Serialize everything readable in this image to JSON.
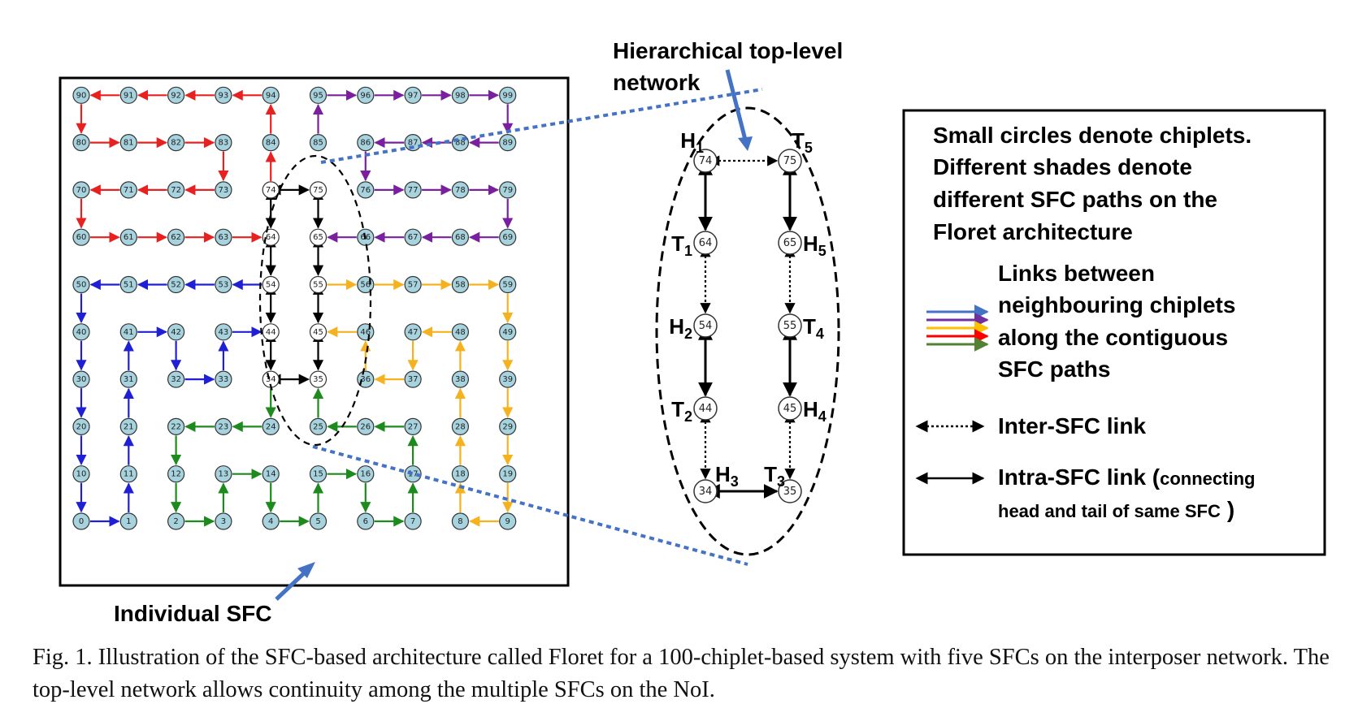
{
  "labels": {
    "top_network": [
      "Hierarchical top-level",
      "network"
    ],
    "individual_sfc": "Individual SFC"
  },
  "legend": {
    "description": [
      "Small circles denote chiplets.",
      "Different shades denote",
      "different SFC paths on the",
      "Floret architecture"
    ],
    "links_text": [
      "Links between",
      "neighbouring chiplets",
      "along the contiguous",
      "SFC paths"
    ],
    "inter_sfc": "Inter-SFC link",
    "intra_sfc_main": "Intra-SFC link (",
    "intra_sfc_small": "connecting",
    "intra_sfc_line2": "head and tail of same SFC",
    "intra_sfc_close": ")"
  },
  "colors": {
    "blue": "#1f1fd6",
    "purple": "#7a1f9e",
    "orange": "#f5b21e",
    "red": "#e8201f",
    "green": "#1c8a1c",
    "node_fill": "#a7d3de",
    "pointer": "#4472c4",
    "legend_blue": "#4472c4",
    "legend_purple": "#7030a0",
    "legend_orange": "#ffc000",
    "legend_red": "#ff0000",
    "legend_green": "#548235"
  },
  "grid": {
    "sfcs": [
      {
        "color": "blue",
        "path": [
          0,
          1,
          11,
          21,
          31,
          41,
          42,
          32,
          33,
          43,
          44
        ]
      },
      {
        "color": "blue",
        "path": [
          54,
          53,
          52,
          51,
          50,
          40,
          30,
          20,
          10,
          0
        ]
      },
      {
        "color": "red",
        "path": [
          94,
          93,
          92,
          91,
          90,
          80,
          81,
          82,
          83,
          73,
          72,
          71,
          70,
          60,
          61,
          62,
          63,
          64
        ]
      },
      {
        "color": "red",
        "path": [
          74,
          84,
          94
        ]
      },
      {
        "color": "purple",
        "path": [
          95,
          96,
          97,
          98,
          99,
          89,
          88,
          87,
          86,
          76,
          77,
          78,
          79,
          69,
          68,
          67,
          66,
          65
        ]
      },
      {
        "color": "purple",
        "path": [
          85,
          95
        ]
      },
      {
        "color": "orange",
        "path": [
          55,
          56,
          57,
          58,
          59,
          49,
          39,
          29,
          19,
          9,
          8,
          18,
          28,
          38,
          48,
          47,
          37,
          36,
          46,
          45
        ]
      },
      {
        "color": "green",
        "path": [
          24,
          23,
          22,
          12,
          2,
          3,
          13,
          14,
          4,
          5,
          15,
          16,
          6,
          7,
          17,
          27,
          26,
          25,
          35
        ]
      },
      {
        "color": "green",
        "path": [
          34,
          24
        ]
      }
    ],
    "intra_links": [
      [
        74,
        75
      ],
      [
        34,
        35
      ]
    ],
    "chain_links": [
      [
        64,
        54
      ],
      [
        54,
        44
      ],
      [
        44,
        34
      ],
      [
        75,
        65
      ],
      [
        65,
        55
      ],
      [
        55,
        45
      ],
      [
        45,
        35
      ],
      [
        74,
        64
      ]
    ]
  },
  "zoom": {
    "nodes": [
      {
        "id": "74",
        "head": "H",
        "sub": "1",
        "side": "left-top"
      },
      {
        "id": "75",
        "head": "T",
        "sub": "5",
        "side": "right-top"
      },
      {
        "id": "64",
        "head": "T",
        "sub": "1",
        "side": "left"
      },
      {
        "id": "65",
        "head": "H",
        "sub": "5",
        "side": "right"
      },
      {
        "id": "54",
        "head": "H",
        "sub": "2",
        "side": "left"
      },
      {
        "id": "55",
        "head": "T",
        "sub": "4",
        "side": "right"
      },
      {
        "id": "44",
        "head": "T",
        "sub": "2",
        "side": "left"
      },
      {
        "id": "45",
        "head": "H",
        "sub": "4",
        "side": "right"
      },
      {
        "id": "34",
        "head": "H",
        "sub": "3",
        "side": "right-top"
      },
      {
        "id": "35",
        "head": "T",
        "sub": "3",
        "side": "left-top"
      }
    ]
  },
  "caption": "Fig. 1.  Illustration of the SFC-based architecture called Floret for a 100-chiplet-based system with five SFCs on the interposer network. The top-level network allows continuity among the multiple SFCs on the NoI."
}
